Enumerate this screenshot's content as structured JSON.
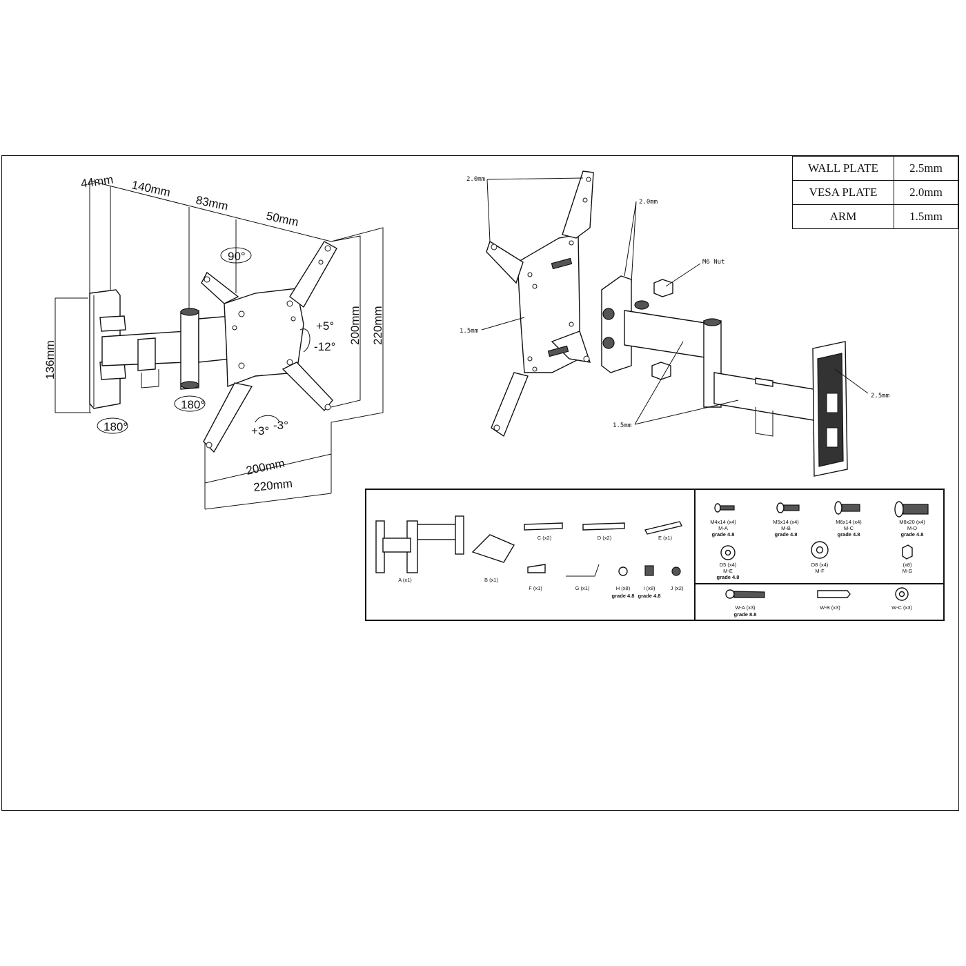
{
  "thickness_table": [
    {
      "part": "WALL PLATE",
      "value": "2.5mm"
    },
    {
      "part": "VESA PLATE",
      "value": "2.0mm"
    },
    {
      "part": "ARM",
      "value": "1.5mm"
    }
  ],
  "dimensions": {
    "d44": "44mm",
    "d140": "140mm",
    "d83": "83mm",
    "d50": "50mm",
    "d136": "136mm",
    "v200": "200mm",
    "v220": "220mm",
    "h200": "200mm",
    "h220": "220mm",
    "rot90": "90°",
    "tilt_up": "+5°",
    "tilt_down": "-12°",
    "swivel_arm": "180°",
    "swivel_wall": "180°",
    "level_plus": "+3°",
    "level_minus": "-3°"
  },
  "callouts": {
    "vesa_thick": "2.0mm",
    "bracket_thick": "2.0mm",
    "vesa_arm": "1.5mm",
    "nut": "M6 Nut",
    "wall_thick": "2.5mm",
    "arm_thick": "1.5mm"
  },
  "parts": {
    "A": "A (x1)",
    "B": "B (x1)",
    "C": "C (x2)",
    "D": "D (x2)",
    "E": "E (x1)",
    "F": "F (x1)",
    "G": "G (x1)",
    "H": "H (x8)",
    "H_grade": "grade 4.8",
    "I": "I (x8)",
    "I_grade": "grade 4.8",
    "J": "J (x2)"
  },
  "hardware": {
    "ma_size": "M4x14 (x4)",
    "ma_code": "M-A",
    "ma_grade": "grade 4.8",
    "mb_size": "M5x14 (x4)",
    "mb_code": "M-B",
    "mb_grade": "grade 4.8",
    "mc_size": "M6x14 (x4)",
    "mc_code": "M-C",
    "mc_grade": "grade 4.8",
    "md_size": "M8x20 (x4)",
    "md_code": "M-D",
    "md_grade": "grade 4.8",
    "me_size": "D5 (x4)",
    "me_code": "M-E",
    "me_grade": "grade 4.8",
    "mf_size": "D8 (x4)",
    "mf_code": "M-F",
    "mg_size": "(x8)",
    "mg_code": "M-G",
    "wa": "W-A (x3)",
    "wa_grade": "grade 8.8",
    "wb": "W-B (x3)",
    "wc": "W-C (x3)"
  }
}
